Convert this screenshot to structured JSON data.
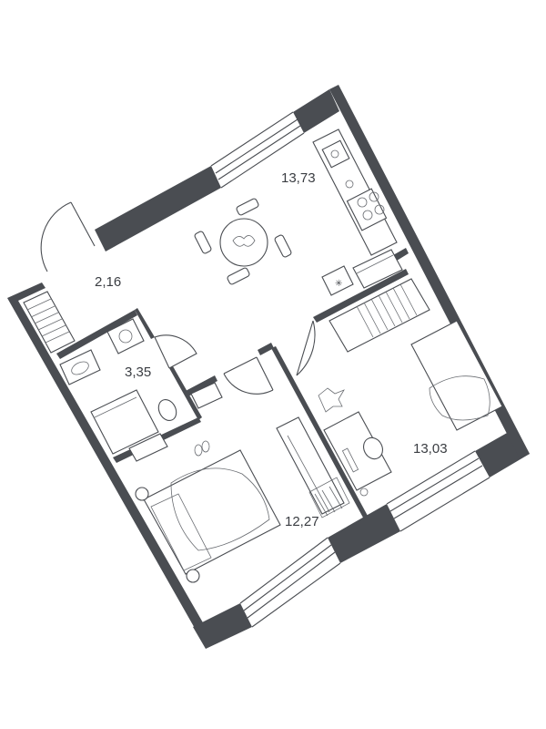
{
  "plan": {
    "rooms": [
      {
        "id": "kitchen-living",
        "area_label": "13,73"
      },
      {
        "id": "hallway",
        "area_label": "2,16"
      },
      {
        "id": "bathroom",
        "area_label": "3,35"
      },
      {
        "id": "bedroom-1",
        "area_label": "12,27"
      },
      {
        "id": "bedroom-2",
        "area_label": "13,03"
      }
    ],
    "colors": {
      "wall": "#4a4d52",
      "background": "#ffffff",
      "text": "#3a3d42"
    }
  }
}
